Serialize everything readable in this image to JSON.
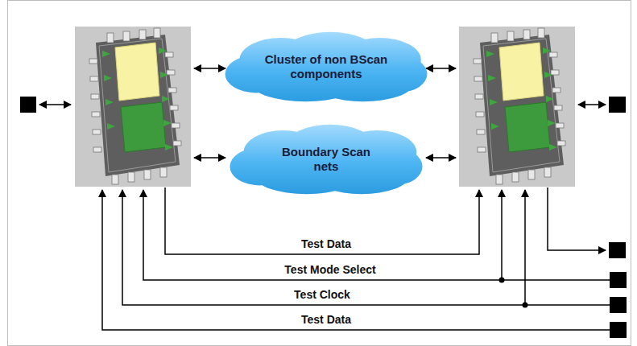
{
  "diagram": {
    "nodes": [
      {
        "text": [
          "Cluster of non BScan components"
        ]
      },
      {
        "text": [
          "Boundary Scan nets"
        ]
      }
    ],
    "labels": [
      "Test Data",
      "Test Mode Select",
      "Test Clock",
      "Test Data"
    ]
  }
}
